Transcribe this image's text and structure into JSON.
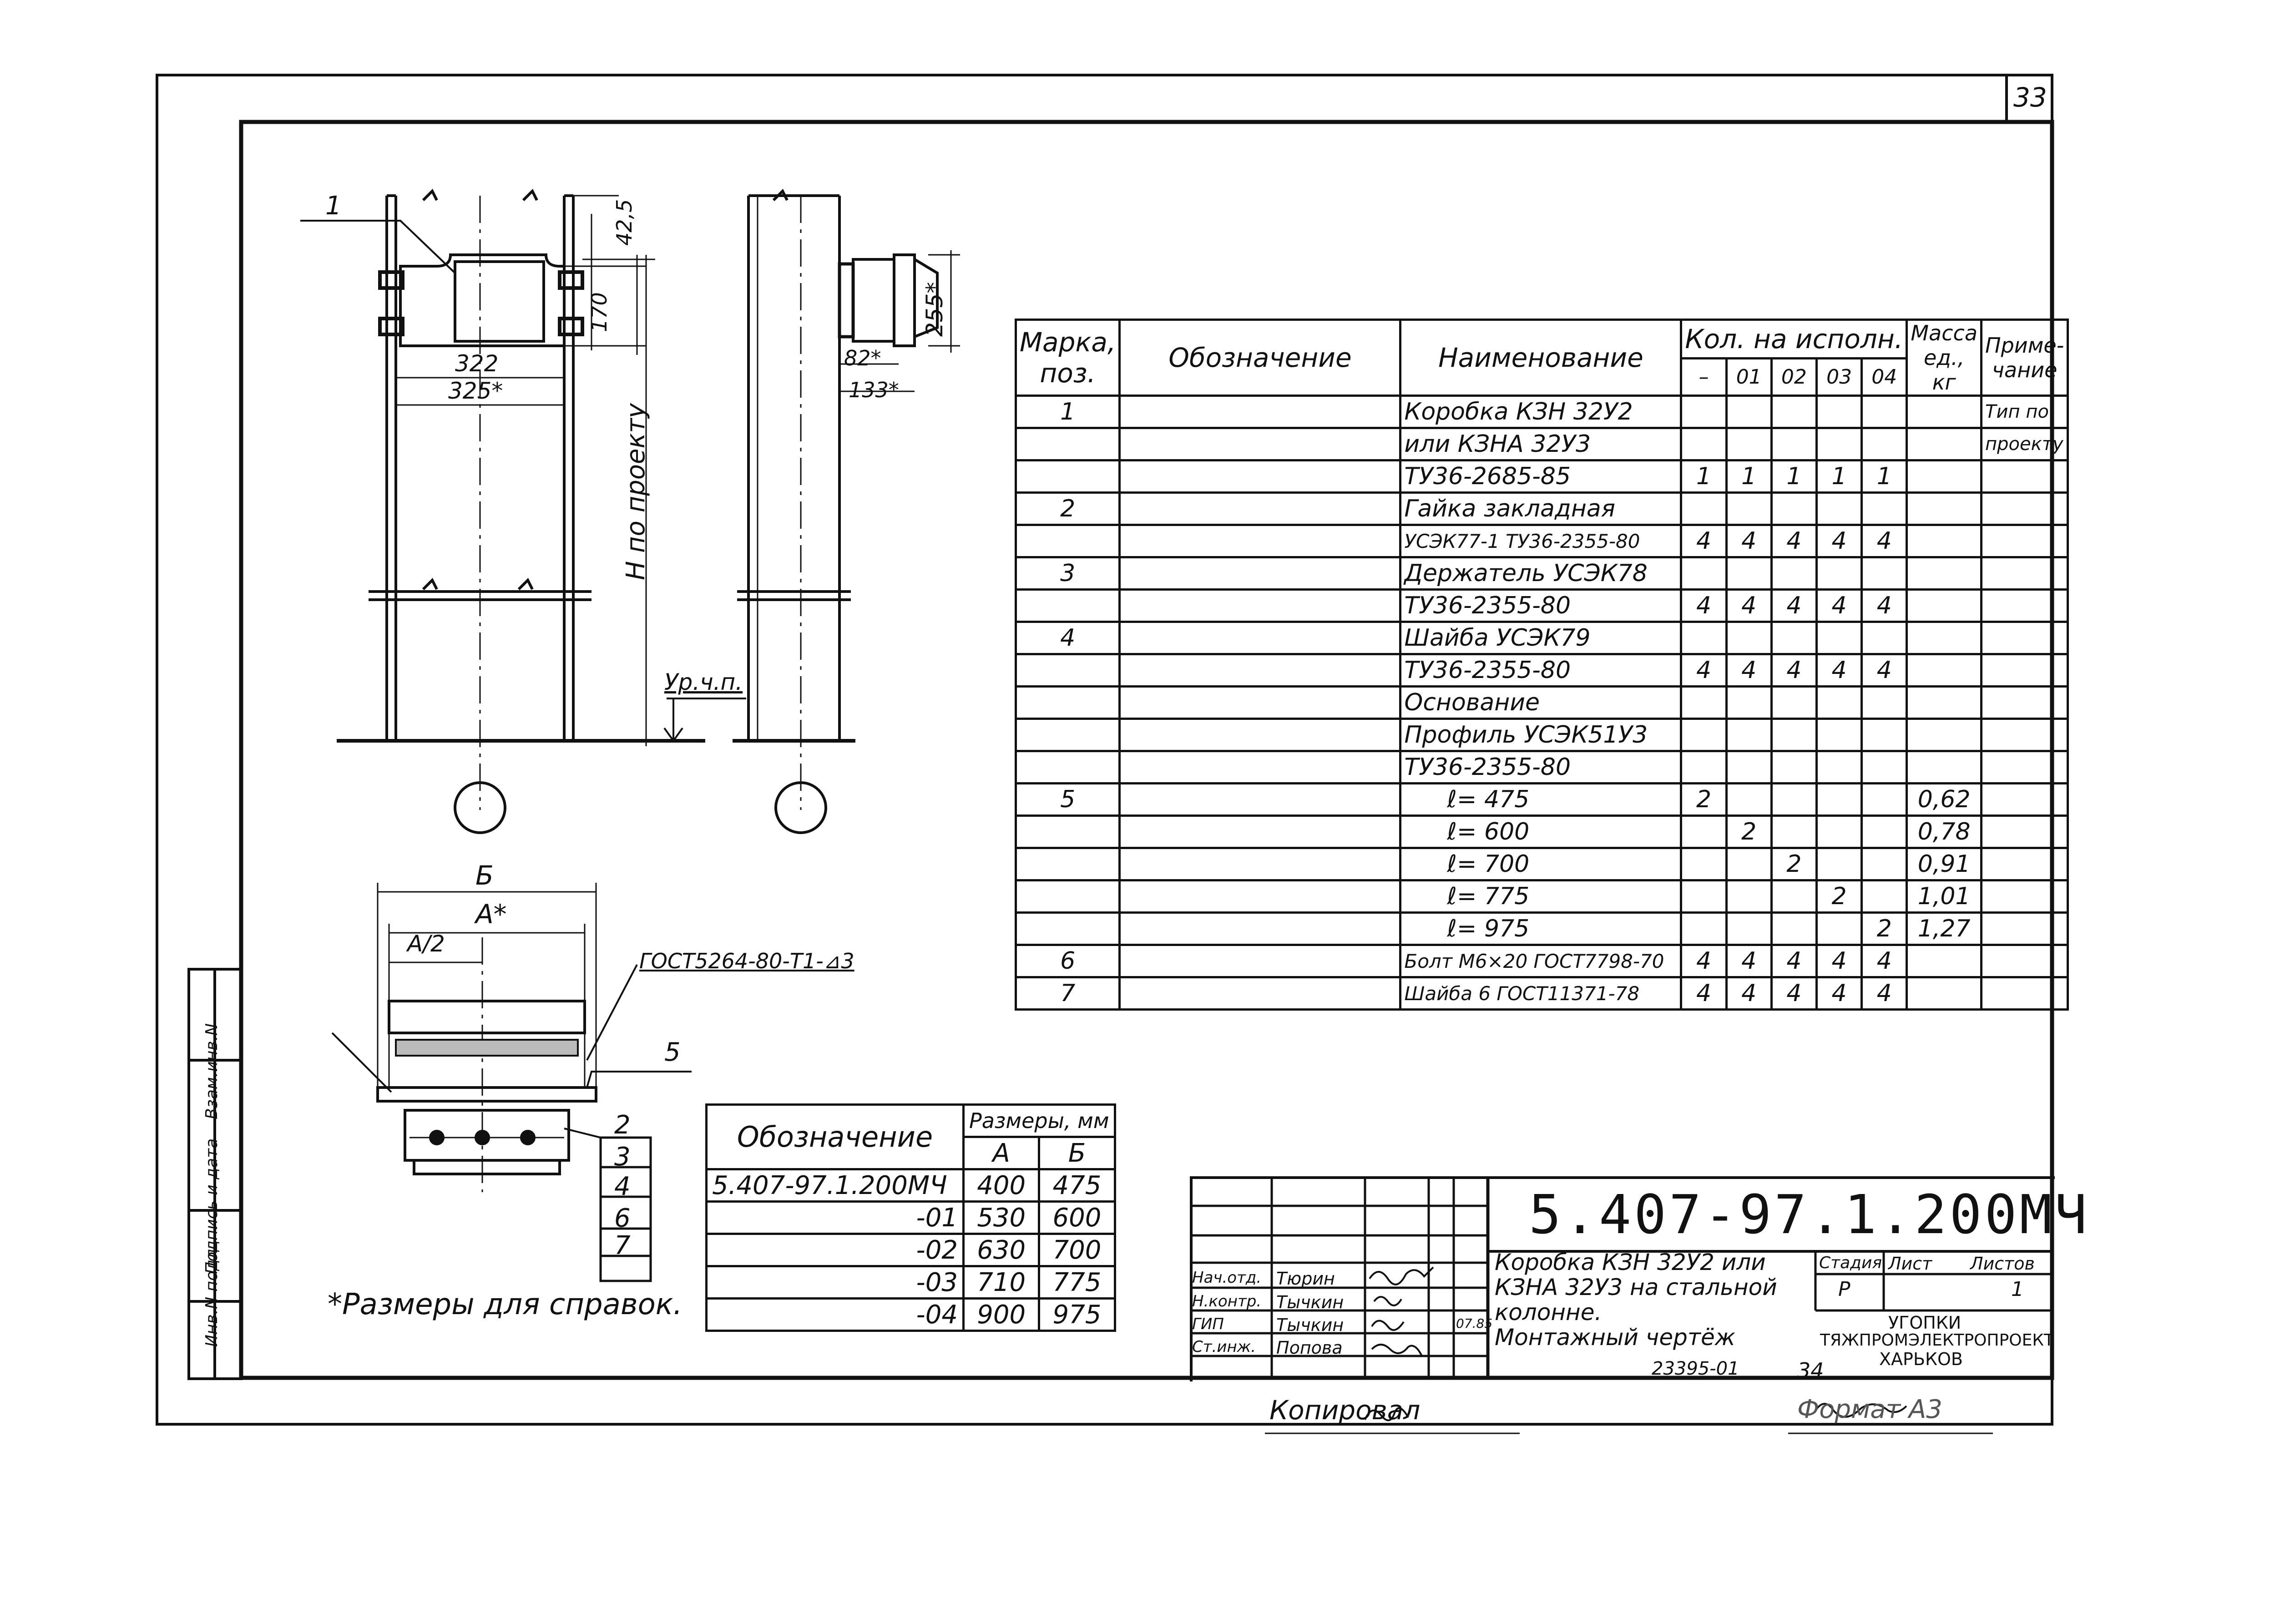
{
  "sheet_number": "33",
  "drawing_code": "5.407-97.1.200МЧ",
  "drawing_title_lines": [
    "Коробка  КЗН 32У2 или",
    "КЗНА 32У3 на стальной",
    "колонне.",
    "Монтажный чертёж"
  ],
  "stage_label": "Стадия",
  "stage_value": "Р",
  "sheet_label": "Лист",
  "sheets_label": "Листов",
  "sheets_value": "1",
  "org_lines": [
    "УГОПКИ",
    "ТЯЖПРОМЭЛЕКТРОПРОЕКТ",
    "ХАРЬКОВ"
  ],
  "staff": [
    {
      "role": "Нач.отд.",
      "name": "Тюрин"
    },
    {
      "role": "Н.контр.",
      "name": "Тычкин"
    },
    {
      "role": "ГИП",
      "name": "Тычкин",
      "date": "07.85"
    },
    {
      "role": "Ст.инж.",
      "name": "Попова"
    }
  ],
  "side_stamp": [
    "Инв.N подл.",
    "Подпись и дата",
    "Взам.инв.N"
  ],
  "footer": {
    "archive": "23395-01",
    "page": "34",
    "copied": "Копировал",
    "format": "Формат А3"
  },
  "note": "*Размеры для справок.",
  "drawing_labels": {
    "h_project": "Н по проекту",
    "level": "Ур.ч.п.",
    "d_425": "42,5",
    "d_170": "170",
    "d_322": "322",
    "d_325": "325*",
    "d_255": "255*",
    "d_82": "82*",
    "d_133": "133*",
    "b": "Б",
    "a": "А*",
    "a_half": "А/2",
    "weld": "ГОСТ5264-80-Т1-⊿3",
    "pos1": "1",
    "pos5": "5",
    "callouts": [
      "2",
      "3",
      "4",
      "6",
      "7"
    ]
  },
  "spec": {
    "headers": {
      "mark": "Марка, поз.",
      "designation": "Обозначение",
      "name": "Наименование",
      "qty": "Кол. на исполн.",
      "variants": [
        "–",
        "01",
        "02",
        "03",
        "04"
      ],
      "mass": "Масса ед., кг",
      "note": "Приме- чание"
    },
    "rows": [
      {
        "pos": "1",
        "name": "Коробка  КЗН 32У2",
        "q": [
          "",
          "",
          "",
          "",
          ""
        ],
        "mass": "",
        "note": "Тип по"
      },
      {
        "pos": "",
        "name": "или  КЗНА 32У3",
        "q": [
          "",
          "",
          "",
          "",
          ""
        ],
        "mass": "",
        "note": "проекту"
      },
      {
        "pos": "",
        "name": "ТУ36-2685-85",
        "q": [
          "1",
          "1",
          "1",
          "1",
          "1"
        ],
        "mass": "",
        "note": ""
      },
      {
        "pos": "2",
        "name": "Гайка закладная",
        "q": [
          "",
          "",
          "",
          "",
          ""
        ],
        "mass": "",
        "note": ""
      },
      {
        "pos": "",
        "name": "УСЭК77-1 ТУ36-2355-80",
        "q": [
          "4",
          "4",
          "4",
          "4",
          "4"
        ],
        "mass": "",
        "note": ""
      },
      {
        "pos": "3",
        "name": "Держатель УСЭК78",
        "q": [
          "",
          "",
          "",
          "",
          ""
        ],
        "mass": "",
        "note": ""
      },
      {
        "pos": "",
        "name": "ТУ36-2355-80",
        "q": [
          "4",
          "4",
          "4",
          "4",
          "4"
        ],
        "mass": "",
        "note": ""
      },
      {
        "pos": "4",
        "name": "Шайба  УСЭК79",
        "q": [
          "",
          "",
          "",
          "",
          ""
        ],
        "mass": "",
        "note": ""
      },
      {
        "pos": "",
        "name": "ТУ36-2355-80",
        "q": [
          "4",
          "4",
          "4",
          "4",
          "4"
        ],
        "mass": "",
        "note": ""
      },
      {
        "pos": "",
        "name": "Основание",
        "q": [
          "",
          "",
          "",
          "",
          ""
        ],
        "mass": "",
        "note": ""
      },
      {
        "pos": "",
        "name": "Профиль УСЭК51У3",
        "q": [
          "",
          "",
          "",
          "",
          ""
        ],
        "mass": "",
        "note": ""
      },
      {
        "pos": "",
        "name": "ТУ36-2355-80",
        "q": [
          "",
          "",
          "",
          "",
          ""
        ],
        "mass": "",
        "note": ""
      },
      {
        "pos": "5",
        "name": "ℓ= 475",
        "q": [
          "2",
          "",
          "",
          "",
          ""
        ],
        "mass": "0,62",
        "note": ""
      },
      {
        "pos": "",
        "name": "ℓ= 600",
        "q": [
          "",
          "2",
          "",
          "",
          ""
        ],
        "mass": "0,78",
        "note": ""
      },
      {
        "pos": "",
        "name": "ℓ= 700",
        "q": [
          "",
          "",
          "2",
          "",
          ""
        ],
        "mass": "0,91",
        "note": ""
      },
      {
        "pos": "",
        "name": "ℓ= 775",
        "q": [
          "",
          "",
          "",
          "2",
          ""
        ],
        "mass": "1,01",
        "note": ""
      },
      {
        "pos": "",
        "name": "ℓ= 975",
        "q": [
          "",
          "",
          "",
          "",
          "2"
        ],
        "mass": "1,27",
        "note": ""
      },
      {
        "pos": "6",
        "name": "Болт М6×20 ГОСТ7798-70",
        "q": [
          "4",
          "4",
          "4",
          "4",
          "4"
        ],
        "mass": "",
        "note": ""
      },
      {
        "pos": "7",
        "name": "Шайба 6  ГОСТ11371-78",
        "q": [
          "4",
          "4",
          "4",
          "4",
          "4"
        ],
        "mass": "",
        "note": ""
      }
    ]
  },
  "sizes": {
    "header": "Обозначение",
    "group": "Размеры, мм",
    "a": "А",
    "b": "Б",
    "rows": [
      {
        "code": "5.407-97.1.200МЧ",
        "a": "400",
        "b": "475"
      },
      {
        "code": "-01",
        "a": "530",
        "b": "600"
      },
      {
        "code": "-02",
        "a": "630",
        "b": "700"
      },
      {
        "code": "-03",
        "a": "710",
        "b": "775"
      },
      {
        "code": "-04",
        "a": "900",
        "b": "975"
      }
    ]
  }
}
